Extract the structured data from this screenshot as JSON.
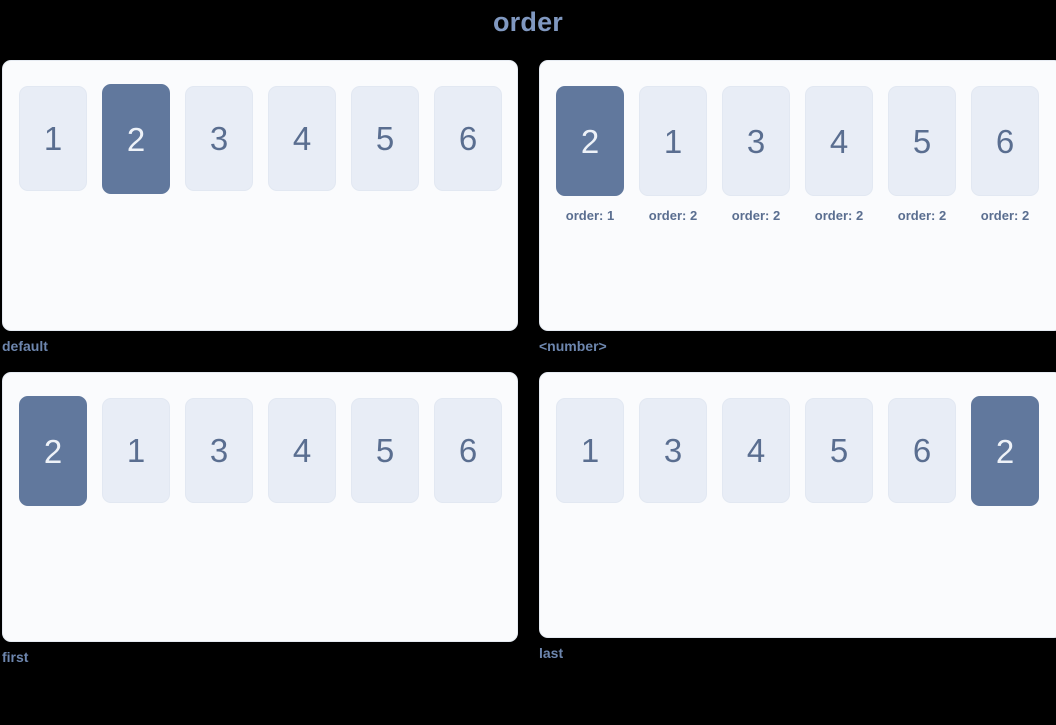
{
  "title": "order",
  "colors": {
    "background": "#000000",
    "title": "#8098c0",
    "panel_bg": "#fafbfd",
    "panel_border": "#e6ebf2",
    "item_bg": "#e8edf6",
    "item_text": "#5a6e90",
    "item_highlight_bg": "#61789d",
    "item_highlight_text": "#eef2f8",
    "caption": "#6d86ae"
  },
  "demos": [
    {
      "id": "default",
      "caption": "default",
      "items": [
        {
          "label": "1",
          "highlighted": false,
          "sublabel": ""
        },
        {
          "label": "2",
          "highlighted": true,
          "sublabel": ""
        },
        {
          "label": "3",
          "highlighted": false,
          "sublabel": ""
        },
        {
          "label": "4",
          "highlighted": false,
          "sublabel": ""
        },
        {
          "label": "5",
          "highlighted": false,
          "sublabel": ""
        },
        {
          "label": "6",
          "highlighted": false,
          "sublabel": ""
        }
      ]
    },
    {
      "id": "number",
      "caption": "<number>",
      "items": [
        {
          "label": "2",
          "highlighted": true,
          "sublabel": "order: 1"
        },
        {
          "label": "1",
          "highlighted": false,
          "sublabel": "order: 2"
        },
        {
          "label": "3",
          "highlighted": false,
          "sublabel": "order: 2"
        },
        {
          "label": "4",
          "highlighted": false,
          "sublabel": "order: 2"
        },
        {
          "label": "5",
          "highlighted": false,
          "sublabel": "order: 2"
        },
        {
          "label": "6",
          "highlighted": false,
          "sublabel": "order: 2"
        }
      ]
    },
    {
      "id": "first",
      "caption": "first",
      "items": [
        {
          "label": "2",
          "highlighted": true,
          "sublabel": ""
        },
        {
          "label": "1",
          "highlighted": false,
          "sublabel": ""
        },
        {
          "label": "3",
          "highlighted": false,
          "sublabel": ""
        },
        {
          "label": "4",
          "highlighted": false,
          "sublabel": ""
        },
        {
          "label": "5",
          "highlighted": false,
          "sublabel": ""
        },
        {
          "label": "6",
          "highlighted": false,
          "sublabel": ""
        }
      ]
    },
    {
      "id": "last",
      "caption": "last",
      "items": [
        {
          "label": "1",
          "highlighted": false,
          "sublabel": ""
        },
        {
          "label": "3",
          "highlighted": false,
          "sublabel": ""
        },
        {
          "label": "4",
          "highlighted": false,
          "sublabel": ""
        },
        {
          "label": "5",
          "highlighted": false,
          "sublabel": ""
        },
        {
          "label": "6",
          "highlighted": false,
          "sublabel": ""
        },
        {
          "label": "2",
          "highlighted": true,
          "sublabel": ""
        }
      ]
    }
  ]
}
